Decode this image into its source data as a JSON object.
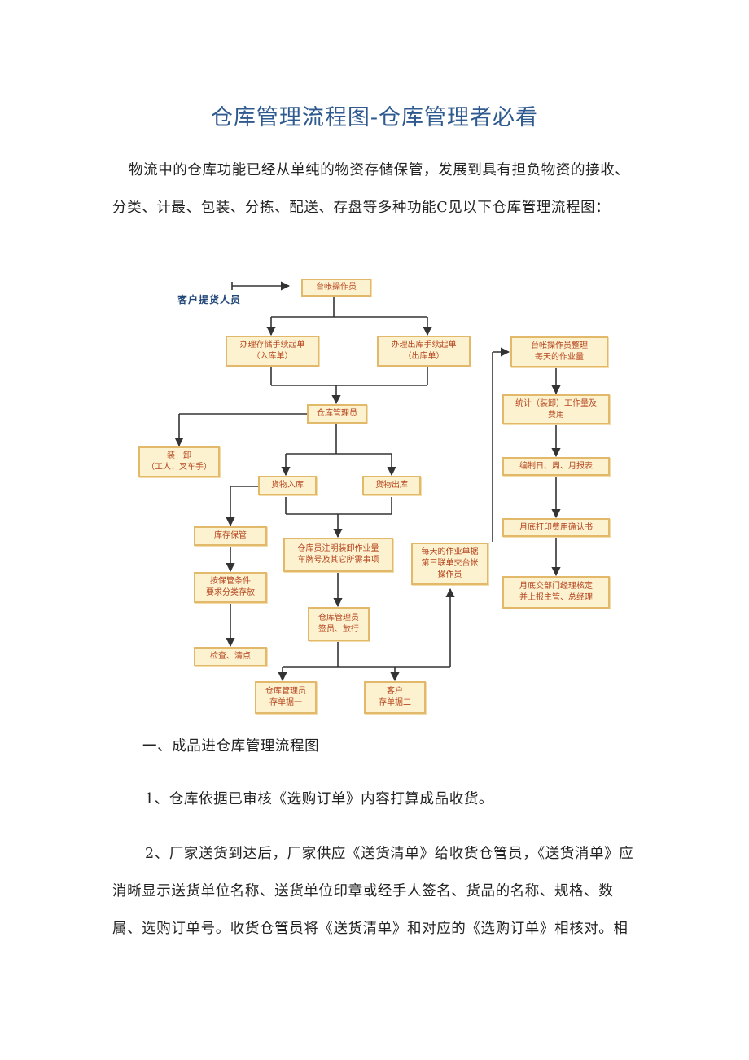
{
  "document": {
    "title": "仓库管理流程图-仓库管理者必看",
    "intro": "物流中的仓库功能已经从单纯的物资存储保管，发展到具有担负物资的接收、分类、计最、包装、分拣、配送、存盘等多种功能C见以下仓库管理流程图：",
    "section_heading": "一、成品进仓库管理流程图",
    "step1": "1、仓库依据已审核《选购订单》内容打算成品收货。",
    "step2": "2、厂家送货到达后，厂家供应《送货清单》给收货仓管员，《送货消单》应消晰显示送货单位名称、送货单位印章或经手人签名、货品的名称、规格、数属、选购订单号。收货仓管员将《送货清单》和对应的《选购订单》相核对。相"
  },
  "flowchart": {
    "role_label": "客户提货人员",
    "boxes": {
      "ledger": "台帐操作员",
      "storage_order": "办理存储手续起单\n（入库单）",
      "outbound_order": "办理出库手续起单\n（出库单）",
      "manager": "仓库管理员",
      "unloading": "装　卸\n（工人、叉车手）",
      "goods_in": "货物入库",
      "goods_out": "货物出库",
      "stock_keeping": "库存保管",
      "classify": "按保管条件\n要求分类存放",
      "inspect": "检查、清点",
      "note_work": "仓库员注明装卸作业量\n车牌号及其它所需事项",
      "sign_release": "仓库管理员\n签员、放行",
      "copy_one": "仓库管理员\n存单据一",
      "copy_two": "客户\n存单据二",
      "daily_third": "每天的作业单据\n第三联单交台帐\n操作员",
      "ledger_daily": "台帐操作员整理\n每天的作业量",
      "stats": "统计（装卸）工作量及\n费用",
      "reports": "编制日、周、月报表",
      "print_confirm": "月底打印费用确认书",
      "submit": "月底交部门经理核定\n并上报主管、总经理"
    }
  }
}
